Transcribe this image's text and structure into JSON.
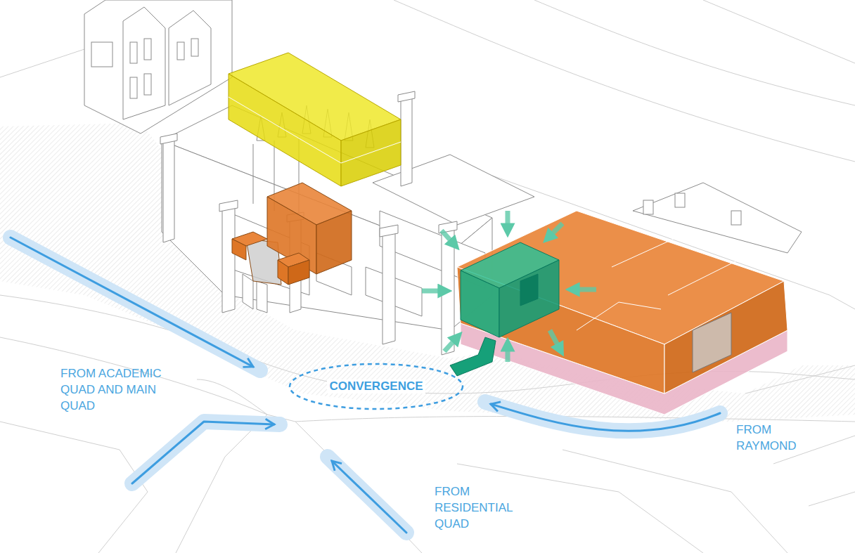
{
  "diagram": {
    "nodes": [
      {
        "text": [
          "CONVERGENCE"
        ]
      }
    ],
    "labels": [
      "FROM ACADEMIC QUAD AND MAIN QUAD",
      "FROM RAYMOND",
      "FROM RESIDENTIAL QUAD"
    ]
  }
}
